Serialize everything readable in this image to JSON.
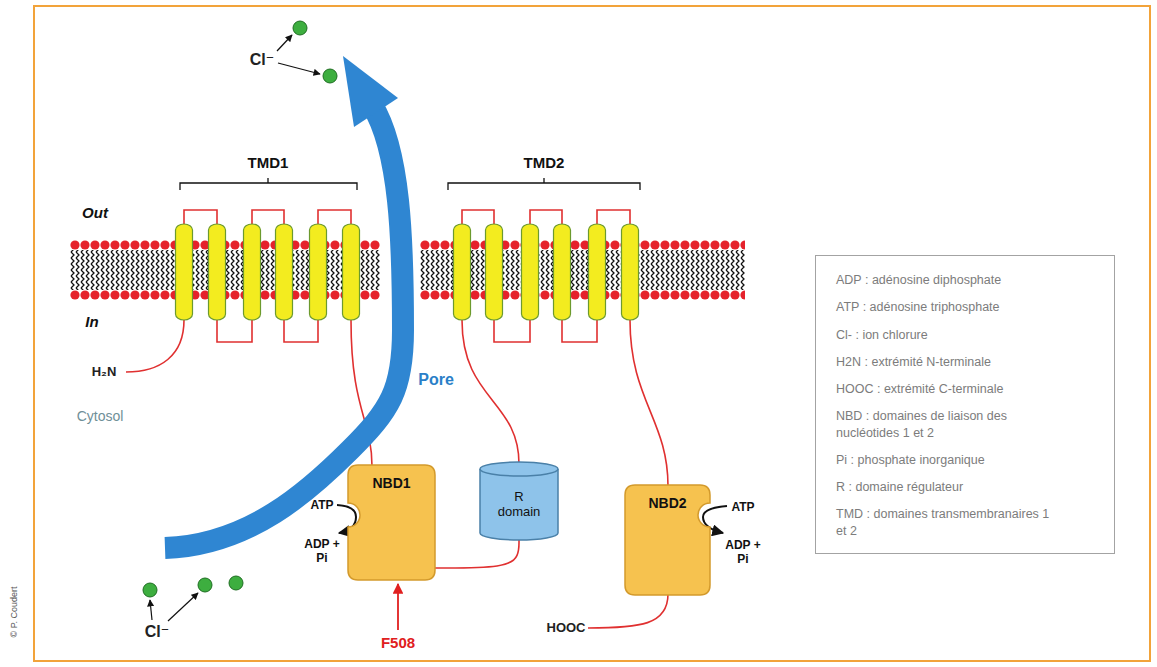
{
  "diagram": {
    "nodes": [
      {
        "text": [
          "NBD1"
        ]
      },
      {
        "text": [
          "R domain"
        ]
      },
      {
        "text": [
          "NBD2"
        ]
      },
      {
        "text": [
          "ADP : adénosine diphosphate",
          "ATP : adénosine triphosphate",
          "Cl- : ion chlorure",
          "H2N : extrémité N-terminale",
          "HOOC : extrémité C-terminale",
          "NBD : domaines de liaison des nucléotides 1 et 2",
          "Pi : phosphate inorganique",
          "R : domaine régulateur",
          "TMD : domaines transmembranaires 1 et 2"
        ]
      }
    ],
    "edges": [
      {
        "from": 0,
        "to": 1,
        "arrow": "none"
      }
    ],
    "labels": [
      "Cl⁻",
      "TMD1",
      "TMD2",
      "Out",
      "In",
      "H₂N",
      "Pore",
      "Cytosol",
      "ATP",
      "ADP + Pi",
      "Cl⁻",
      "F508",
      "ATP",
      "ADP + Pi",
      "HOOC",
      "© P. Coudert"
    ]
  }
}
